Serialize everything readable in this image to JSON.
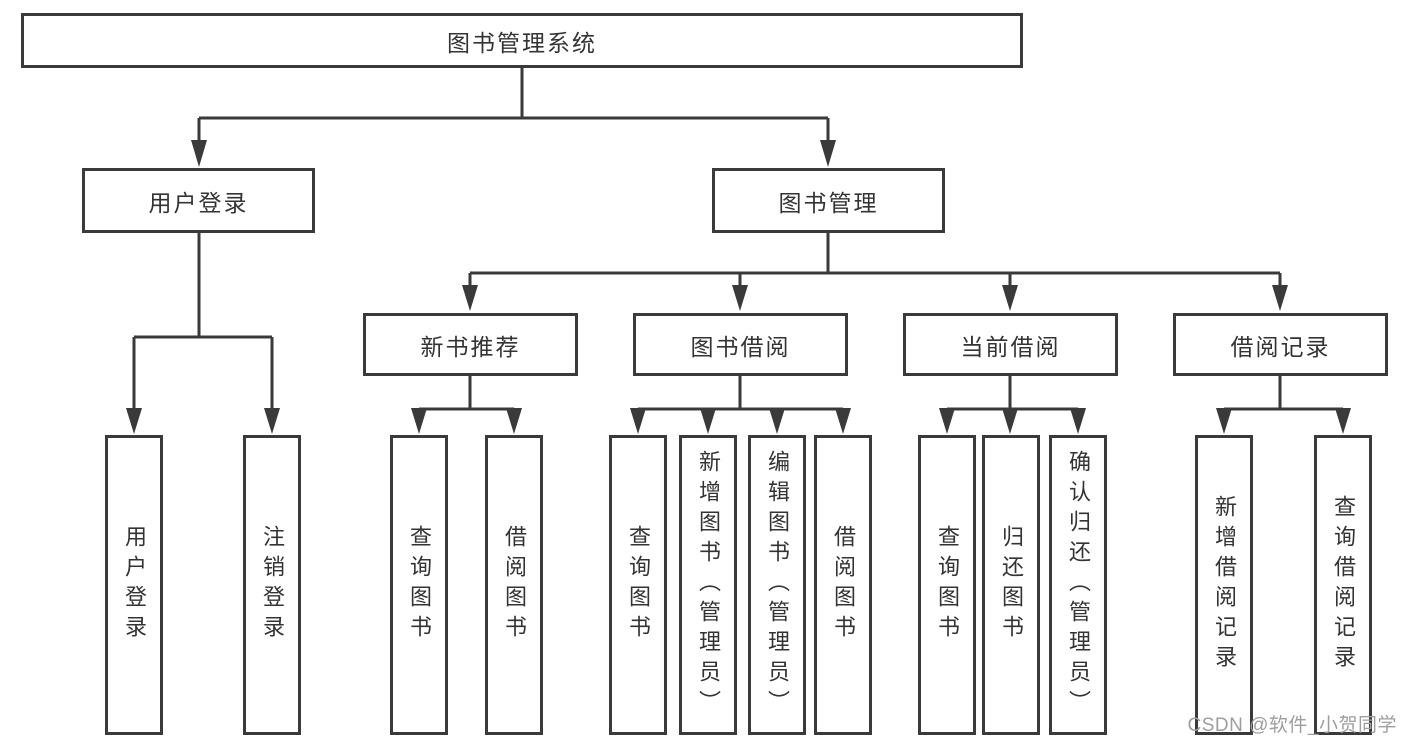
{
  "diagram": {
    "type": "tree",
    "title": "图书管理系统",
    "tree": {
      "label": "图书管理系统",
      "children": [
        {
          "label": "用户登录",
          "children": [
            {
              "label": "用户登录"
            },
            {
              "label": "注销登录"
            }
          ]
        },
        {
          "label": "图书管理",
          "children": [
            {
              "label": "新书推荐",
              "children": [
                {
                  "label": "查询图书"
                },
                {
                  "label": "借阅图书"
                }
              ]
            },
            {
              "label": "图书借阅",
              "children": [
                {
                  "label": "查询图书"
                },
                {
                  "label": "新增图书（管理员）"
                },
                {
                  "label": "编辑图书（管理员）"
                },
                {
                  "label": "借阅图书"
                }
              ]
            },
            {
              "label": "当前借阅",
              "children": [
                {
                  "label": "查询图书"
                },
                {
                  "label": "归还图书"
                },
                {
                  "label": "确认归还（管理员）"
                }
              ]
            },
            {
              "label": "借阅记录",
              "children": [
                {
                  "label": "新增借阅记录"
                },
                {
                  "label": "查询借阅记录"
                }
              ]
            }
          ]
        }
      ]
    },
    "colors": {
      "line": "#3a3a3a",
      "text": "#333333",
      "background": "#ffffff",
      "watermark": "#9e9e9e"
    },
    "watermark": {
      "text": "CSDN @软件_小贺同学"
    }
  }
}
